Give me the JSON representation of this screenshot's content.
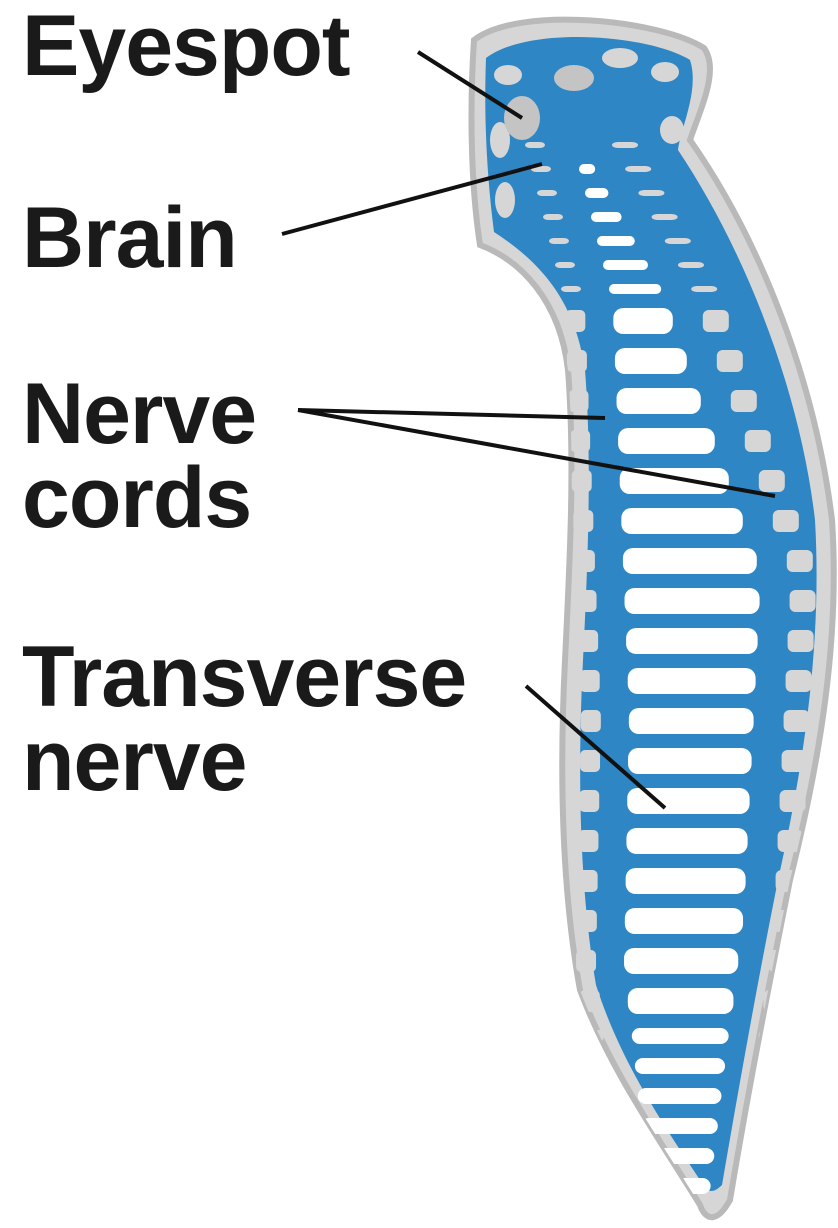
{
  "labels": {
    "eyespot": "Eyespot",
    "brain": "Brain",
    "nerve_cords_line1": "Nerve",
    "nerve_cords_line2": "cords",
    "transverse_line1": "Transverse",
    "transverse_line2": "nerve"
  },
  "colors": {
    "background": "#ffffff",
    "body_outline": "#b9b9b9",
    "body_fill": "#d6d6d6",
    "nerve": "#2f86c4",
    "cell": "#ffffff",
    "eyespot": "#c4c4c4",
    "leader": "#111111",
    "text": "#1a1a1a"
  }
}
